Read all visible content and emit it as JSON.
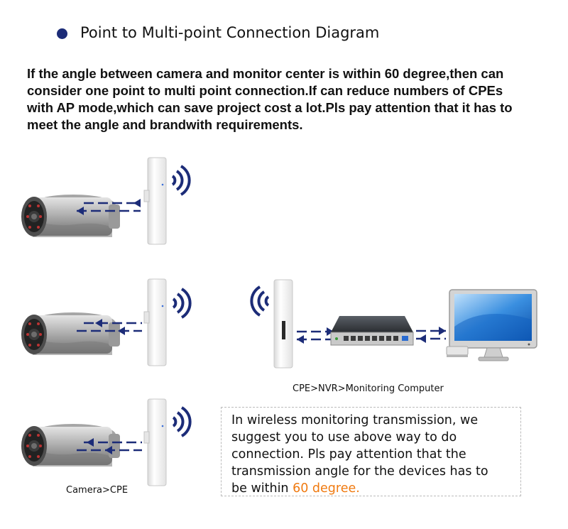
{
  "title": "Point to Multi-point Connection Diagram",
  "intro": {
    "line1": "If the angle between camera and monitor center is within 60 degree,then can",
    "line2": "consider one point to multi point connection.If can reduce numbers of CPEs",
    "line3": "with AP mode,which can save project cost a lot.Pls pay attention that it has to",
    "line4": "meet the angle and brandwith requirements."
  },
  "captions": {
    "left": "Camera>CPE",
    "right": "CPE>NVR>Monitoring  Computer"
  },
  "note": {
    "line1": "In wireless monitoring transmission, we",
    "line2": "suggest you to use above way to do",
    "line3": "connection. Pls pay attention that the",
    "line4": "transmission angle for the devices has to",
    "line5_prefix": "be within ",
    "line5_highlight": "60 degree."
  },
  "colors": {
    "accent_navy": "#1c2c78",
    "highlight_orange": "#f07a10"
  },
  "icons": [
    "camera-icon",
    "cpe-icon",
    "wifi-signal-icon",
    "nvr-switch-icon",
    "monitor-icon",
    "arrow-icon"
  ]
}
